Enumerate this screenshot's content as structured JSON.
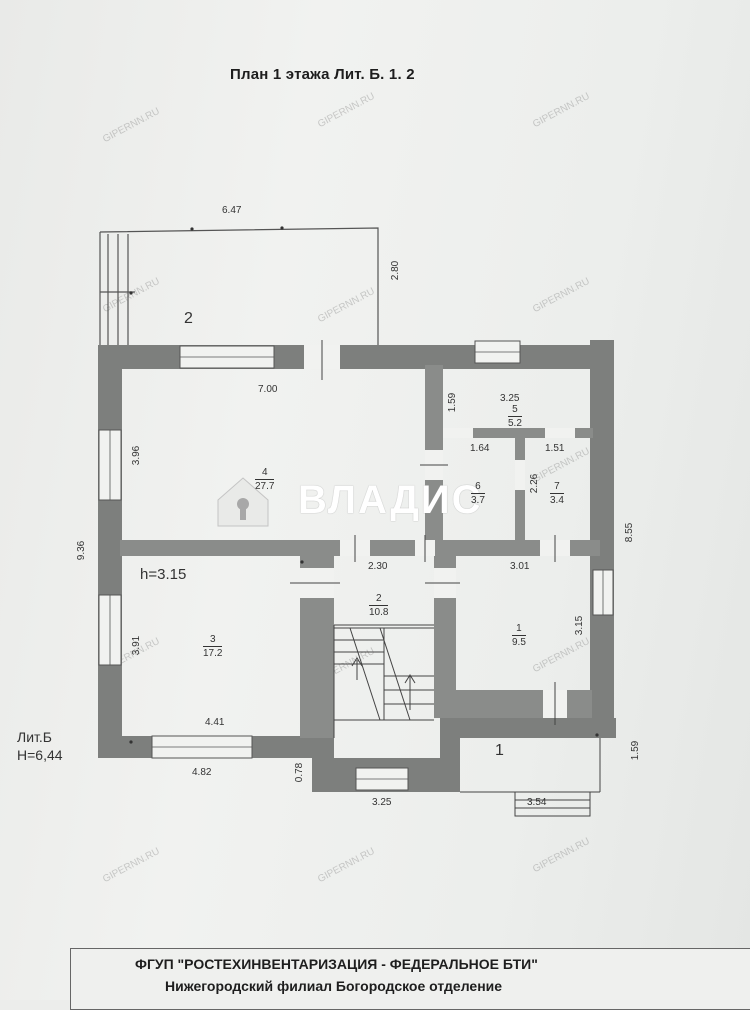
{
  "title": "План 1 этажа Лит. Б. 1. 2",
  "rooms": [
    {
      "num": "4",
      "area": "27.7"
    },
    {
      "num": "5",
      "area": "5.2"
    },
    {
      "num": "6",
      "area": "3.7"
    },
    {
      "num": "7",
      "area": "3.4"
    },
    {
      "num": "3",
      "area": "17.2"
    },
    {
      "num": "2",
      "area": "10.8"
    },
    {
      "num": "1",
      "area": "9.5"
    }
  ],
  "porch_labels": {
    "terrace": "2",
    "entry": "1"
  },
  "dimensions": {
    "terrace_width": "6.47",
    "terrace_depth": "2.80",
    "room4_width": "7.00",
    "room4_depth": "3.96",
    "room5_width": "3.25",
    "room5_depth": "1.59",
    "room6_width": "1.64",
    "room7_width": "1.51",
    "room67_depth": "2.26",
    "total_right": "8.55",
    "total_left": "9.36",
    "hall_width": "2.30",
    "room1_width": "3.01",
    "room1_depth": "3.15",
    "room3_depth": "3.91",
    "room3_width": "4.41",
    "left_bottom": "4.82",
    "stair_offset": "0.78",
    "stair_width": "3.25",
    "entry_width": "3.54",
    "entry_depth": "1.59"
  },
  "ceiling_height": "h=3.15",
  "lit_label": "Лит.Б",
  "lit_height": "H=6,44",
  "logo_text": "ВЛАДИС",
  "watermark": "GIPERNN.RU",
  "footer": {
    "line1": "ФГУП \"РОСТЕХИНВЕНТАРИЗАЦИЯ - ФЕДЕРАЛЬНОЕ БТИ\"",
    "line2": "Нижегородский филиал Богородское отделение"
  }
}
